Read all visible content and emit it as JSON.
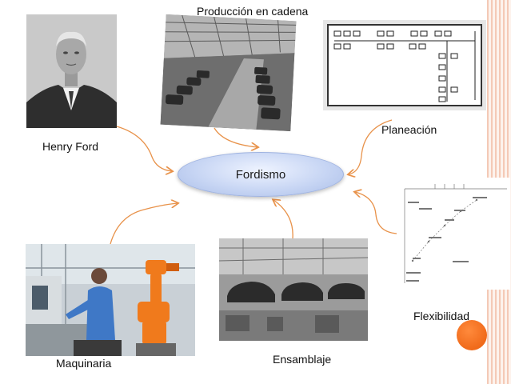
{
  "center": {
    "label": "Fordismo"
  },
  "nodes": {
    "henry_ford": {
      "label": "Henry Ford"
    },
    "produccion": {
      "label": "Producción en cadena"
    },
    "planeacion": {
      "label": "Planeación"
    },
    "flexibilidad": {
      "label": "Flexibilidad"
    },
    "ensamblaje": {
      "label": "Ensamblaje"
    },
    "maquinaria": {
      "label": "Maquinaria"
    }
  },
  "colors": {
    "arrow": "#e8924a",
    "accent_dot": "#f06a1a",
    "ellipse": "#c8d6f4"
  }
}
